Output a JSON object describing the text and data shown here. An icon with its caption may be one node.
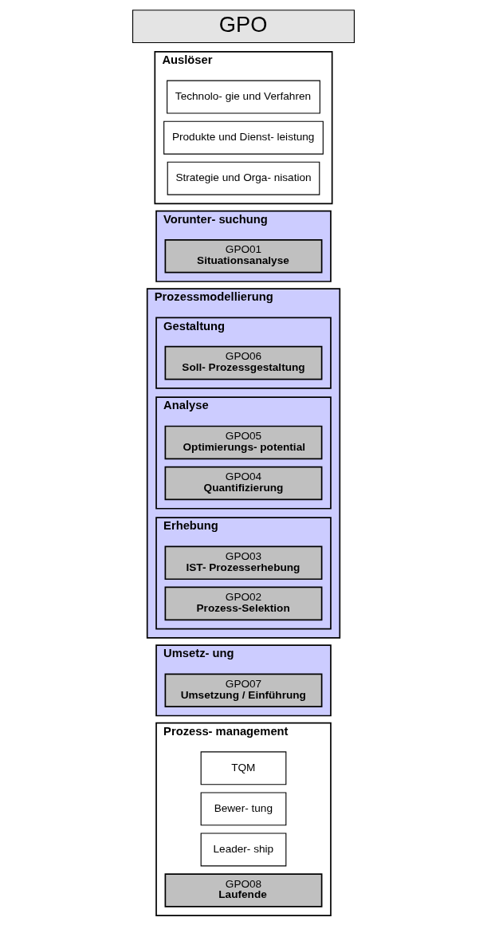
{
  "diagram": {
    "nodes": [
      {
        "text": [
          "GPO"
        ]
      },
      {
        "text": [
          "Auslöser"
        ]
      },
      {
        "text": [
          "Strategie und Orga- nisation"
        ],
        "in": 1
      },
      {
        "text": [
          "Produkte und Dienst- leistung"
        ],
        "in": 1
      },
      {
        "text": [
          "Technolo- gie und Verfahren"
        ],
        "in": 1
      },
      {
        "text": [
          "Vorunter- suchung"
        ]
      },
      {
        "text": [
          "GPO01",
          "Situationsanalyse"
        ],
        "in": 5
      },
      {
        "text": [
          "Prozessmodellierung"
        ]
      },
      {
        "text": [
          "Erhebung"
        ],
        "in": 7
      },
      {
        "text": [
          "GPO02",
          "Prozess-Selektion"
        ],
        "in": 8
      },
      {
        "text": [
          "GPO03",
          "IST- Prozesserhebung"
        ],
        "in": 8
      },
      {
        "text": [
          "Analyse"
        ],
        "in": 7
      },
      {
        "text": [
          "GPO04",
          "Quantifizierung"
        ],
        "in": 11
      },
      {
        "text": [
          "GPO05",
          "Optimierungs- potential"
        ],
        "in": 11
      },
      {
        "text": [
          "Gestaltung"
        ],
        "in": 7
      },
      {
        "text": [
          "GPO06",
          "Soll- Prozessgestaltung"
        ],
        "in": 14
      },
      {
        "text": [
          "Umsetz- ung"
        ]
      },
      {
        "text": [
          "GPO07",
          "Umsetzung / Einführung"
        ],
        "in": 16
      },
      {
        "text": [
          "Prozess- management"
        ]
      },
      {
        "text": [
          "GPO08",
          "Laufende"
        ],
        "in": 18
      },
      {
        "text": [
          "Leader- ship"
        ],
        "in": 18
      },
      {
        "text": [
          "Bewer- tung"
        ],
        "in": 18
      },
      {
        "text": [
          "TQM"
        ],
        "in": 18
      }
    ]
  }
}
